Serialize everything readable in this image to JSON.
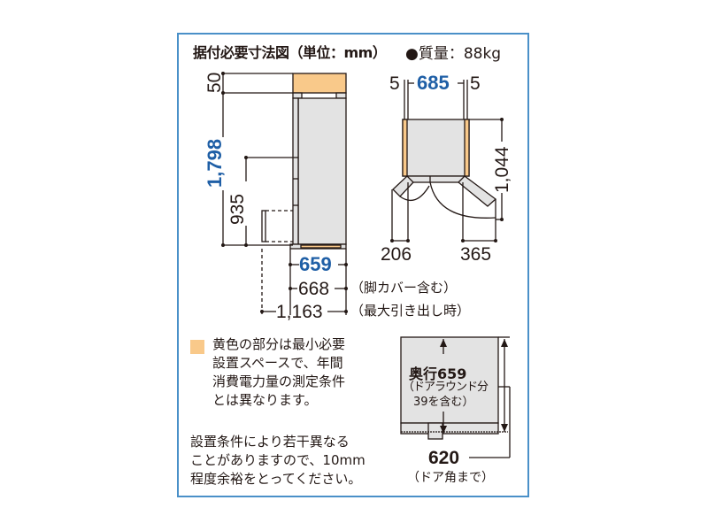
{
  "header": {
    "title": "据付必要寸法図（単位：mm）",
    "mass": "●質量：88kg"
  },
  "side_view": {
    "top_clearance": "50",
    "height": "1,798",
    "door_handle_height": "935",
    "depth": "659",
    "depth_with_leg_cover": "668",
    "depth_with_leg_cover_note": "（脚カバー含む）",
    "depth_drawer_open": "1,163",
    "depth_drawer_open_note": "（最大引き出し時）"
  },
  "top_view": {
    "side_clearance_left": "5",
    "width": "685",
    "side_clearance_right": "5",
    "door_open_depth": "1,044",
    "left_door_swing": "206",
    "right_door_swing": "365"
  },
  "legend": {
    "swatch_color": "#f9c98a",
    "text_lines": [
      "黄色の部分は最小必要",
      "設置スペースで、年間",
      "消費電力量の測定条件",
      "とは異なります。"
    ]
  },
  "note": {
    "lines": [
      "設置条件により若干異なる",
      "ことがありますので、10mm",
      "程度余裕をとってください。"
    ]
  },
  "depth_box": {
    "label": "奥行659",
    "sub1": "（ドアラウンド分",
    "sub2": "39を含む）",
    "door_corner_depth": "620",
    "door_corner_note": "（ドア角まで）"
  },
  "colors": {
    "frame": "#4a90c8",
    "clearance": "#f9c98a",
    "body": "#e3e3e3",
    "accent_number": "#1f5fa6"
  }
}
